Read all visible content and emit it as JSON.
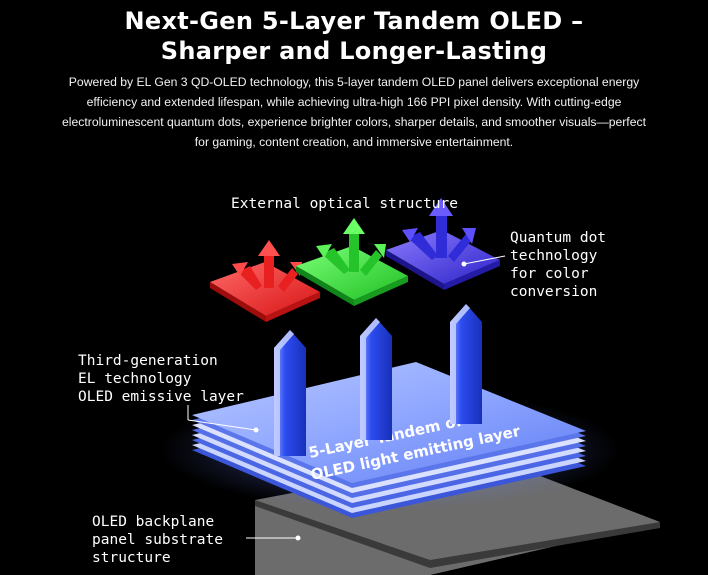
{
  "header": {
    "title_line1": "Next-Gen 5-Layer Tandem OLED –",
    "title_line2": "Sharper and Longer-Lasting",
    "description": "Powered by EL Gen 3 QD-OLED technology, this 5-layer tandem OLED panel delivers exceptional energy efficiency and extended lifespan, while achieving ultra-high 166 PPI pixel density. With cutting-edge electroluminescent quantum dots, experience brighter colors, sharper details, and smoother visuals—perfect for gaming, content creation, and immersive entertainment."
  },
  "diagram": {
    "labels": {
      "optical": "External optical structure",
      "quantum_dot": [
        "Quantum dot",
        "technology",
        "for color",
        "conversion"
      ],
      "el_tech": [
        "Third-generation",
        "EL technology",
        "OLED emissive layer"
      ],
      "backplane": [
        "OLED backplane",
        "panel substrate",
        "structure"
      ]
    },
    "stack_caption": [
      "5-Layer Tandem of",
      "OLED light emitting layer"
    ],
    "colors": {
      "red_pixel": "#ee2a2a",
      "green_pixel": "#2fdc34",
      "blue_pixel": "#3c38e6",
      "blue_pillar": "#1e3fe0",
      "layer_stack": "#8aa2ff",
      "substrate": "#6a6a6a",
      "background": "#000000"
    }
  }
}
